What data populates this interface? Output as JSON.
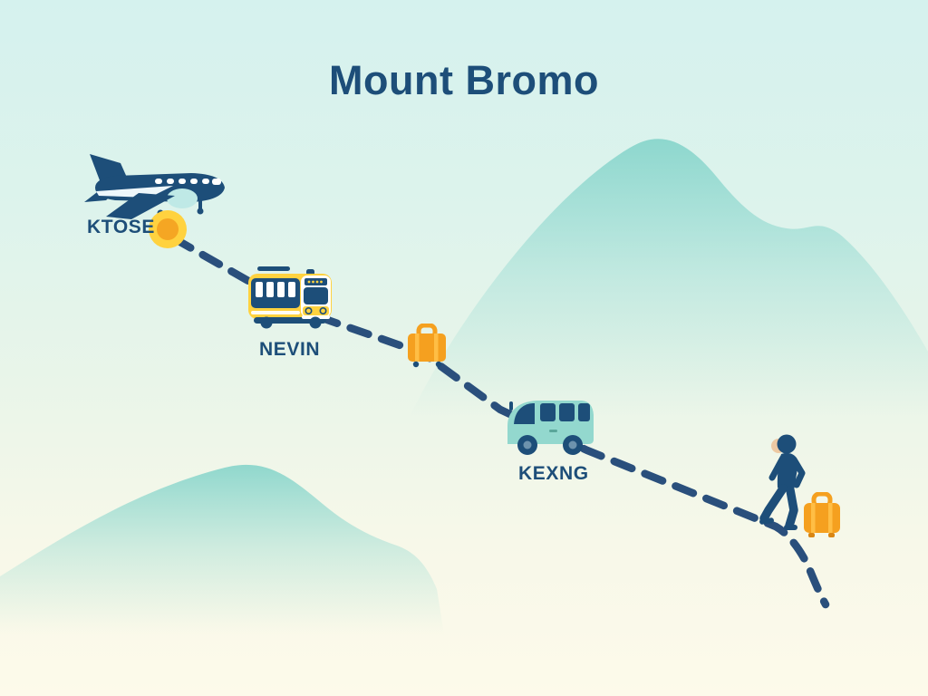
{
  "title": "Mount Bromo",
  "journey": {
    "stops": [
      {
        "label": "KTOSE",
        "transport": "airplane"
      },
      {
        "label": "NEVIN",
        "transport": "bus"
      },
      {
        "label": "KEXNG",
        "transport": "van"
      }
    ],
    "route_style": "dashed",
    "end": "traveler walking with luggage"
  },
  "icons": {
    "start_transport": "airplane-icon",
    "start_marker": "route-marker-icon",
    "stop2_transport": "bus-icon",
    "midway": "luggage-icon",
    "stop3_transport": "van-icon",
    "end_person": "traveler-icon",
    "end_luggage": "luggage-icon",
    "scenery": [
      "mountain-top-right",
      "mountain-bottom-left"
    ]
  },
  "colors": {
    "title_navy": "#1d4e79",
    "route_dash_navy": "#2a4f7c",
    "accent_yellow": "#ffd23f",
    "accent_orange": "#f5a01f",
    "accent_orange_light": "#ffbe45",
    "van_teal": "#93d8ce",
    "mountain_teal": "#7fd2c8",
    "background_top": "#d5f2ee",
    "background_bottom": "#fdfaeb"
  }
}
